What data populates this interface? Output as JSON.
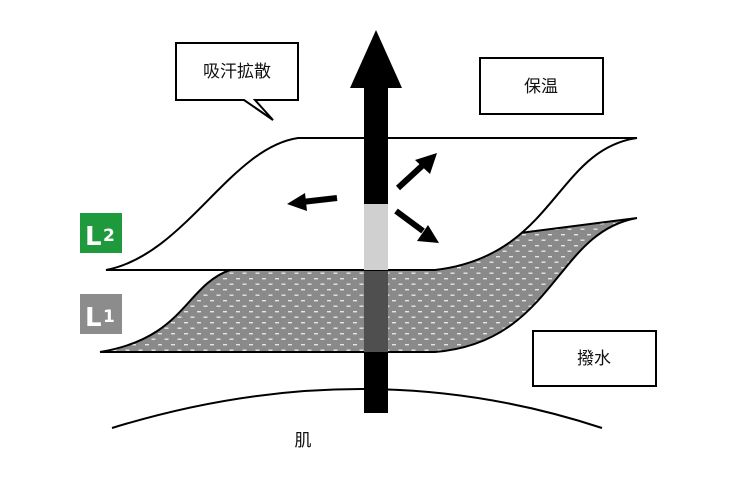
{
  "labels": {
    "wicking": "吸汗拡散",
    "insulation": "保温",
    "water_repellent": "撥水",
    "skin": "肌"
  },
  "badges": {
    "layer2": {
      "letter": "L",
      "number": "2",
      "color": "#1e9a3c"
    },
    "layer1": {
      "letter": "L",
      "number": "1",
      "color": "#8c8c8c"
    }
  },
  "colors": {
    "outer_layer_fill": "#8a8a8a",
    "inner_layer_fill": "#ffffff",
    "arrow": "#000000"
  }
}
